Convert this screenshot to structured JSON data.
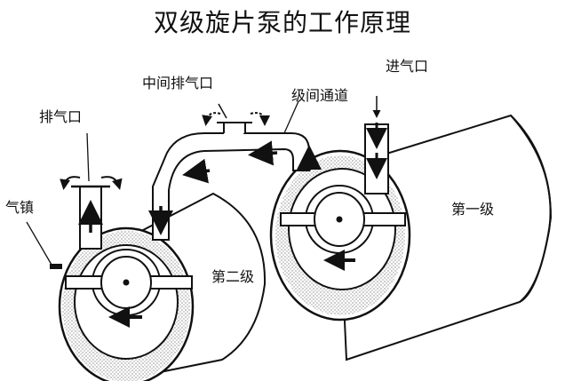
{
  "title": "双级旋片泵的工作原理",
  "labels": {
    "inlet": "进气口",
    "interstage_passage": "级间通道",
    "mid_exhaust": "中间排气口",
    "exhaust": "排气口",
    "gas_ballast": "气镇",
    "stage_one": "第一级",
    "stage_two": "第二级"
  }
}
